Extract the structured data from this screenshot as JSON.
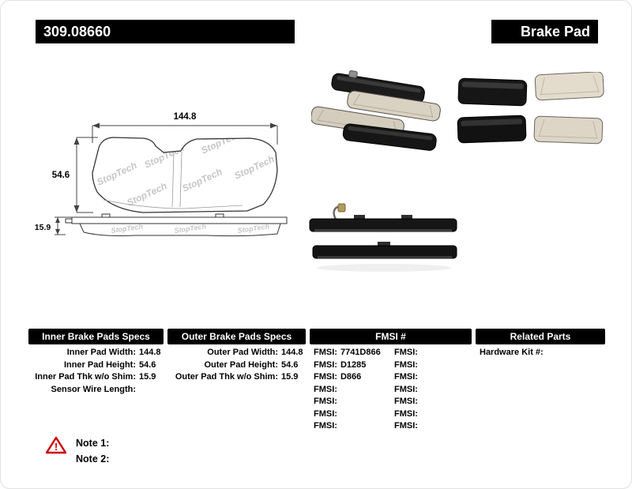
{
  "header": {
    "part_number": "309.08660",
    "product_type": "Brake Pad"
  },
  "drawing": {
    "watermark": "StopTech",
    "dims": {
      "width": "144.8",
      "height": "54.6",
      "thickness": "15.9"
    }
  },
  "specs": {
    "inner": {
      "title": "Inner Brake Pads Specs",
      "rows": [
        {
          "label": "Inner Pad Width:",
          "value": "144.8"
        },
        {
          "label": "Inner Pad Height:",
          "value": "54.6"
        },
        {
          "label": "Inner Pad Thk w/o Shim:",
          "value": "15.9"
        },
        {
          "label": "Sensor Wire Length:",
          "value": ""
        }
      ]
    },
    "outer": {
      "title": "Outer Brake Pads Specs",
      "rows": [
        {
          "label": "Outer Pad Width:",
          "value": "144.8"
        },
        {
          "label": "Outer Pad Height:",
          "value": "54.6"
        },
        {
          "label": "Outer Pad Thk w/o Shim:",
          "value": "15.9"
        }
      ]
    },
    "fmsi": {
      "title": "FMSI #",
      "col1": [
        {
          "label": "FMSI:",
          "value": "7741D866"
        },
        {
          "label": "FMSI:",
          "value": "D1285"
        },
        {
          "label": "FMSI:",
          "value": "D866"
        },
        {
          "label": "FMSI:",
          "value": ""
        },
        {
          "label": "FMSI:",
          "value": ""
        },
        {
          "label": "FMSI:",
          "value": ""
        },
        {
          "label": "FMSI:",
          "value": ""
        }
      ],
      "col2": [
        {
          "label": "FMSI:",
          "value": ""
        },
        {
          "label": "FMSI:",
          "value": ""
        },
        {
          "label": "FMSI:",
          "value": ""
        },
        {
          "label": "FMSI:",
          "value": ""
        },
        {
          "label": "FMSI:",
          "value": ""
        },
        {
          "label": "FMSI:",
          "value": ""
        },
        {
          "label": "FMSI:",
          "value": ""
        }
      ]
    },
    "related": {
      "title": "Related Parts",
      "rows": [
        {
          "label": "Hardware Kit #:",
          "value": ""
        }
      ]
    }
  },
  "notes": {
    "icon": "warning-triangle",
    "items": [
      {
        "label": "Note 1:"
      },
      {
        "label": "Note 2:"
      }
    ]
  },
  "colors": {
    "accent": "#000000",
    "warning": "#cc0000",
    "watermark": "#c6c6c6"
  }
}
